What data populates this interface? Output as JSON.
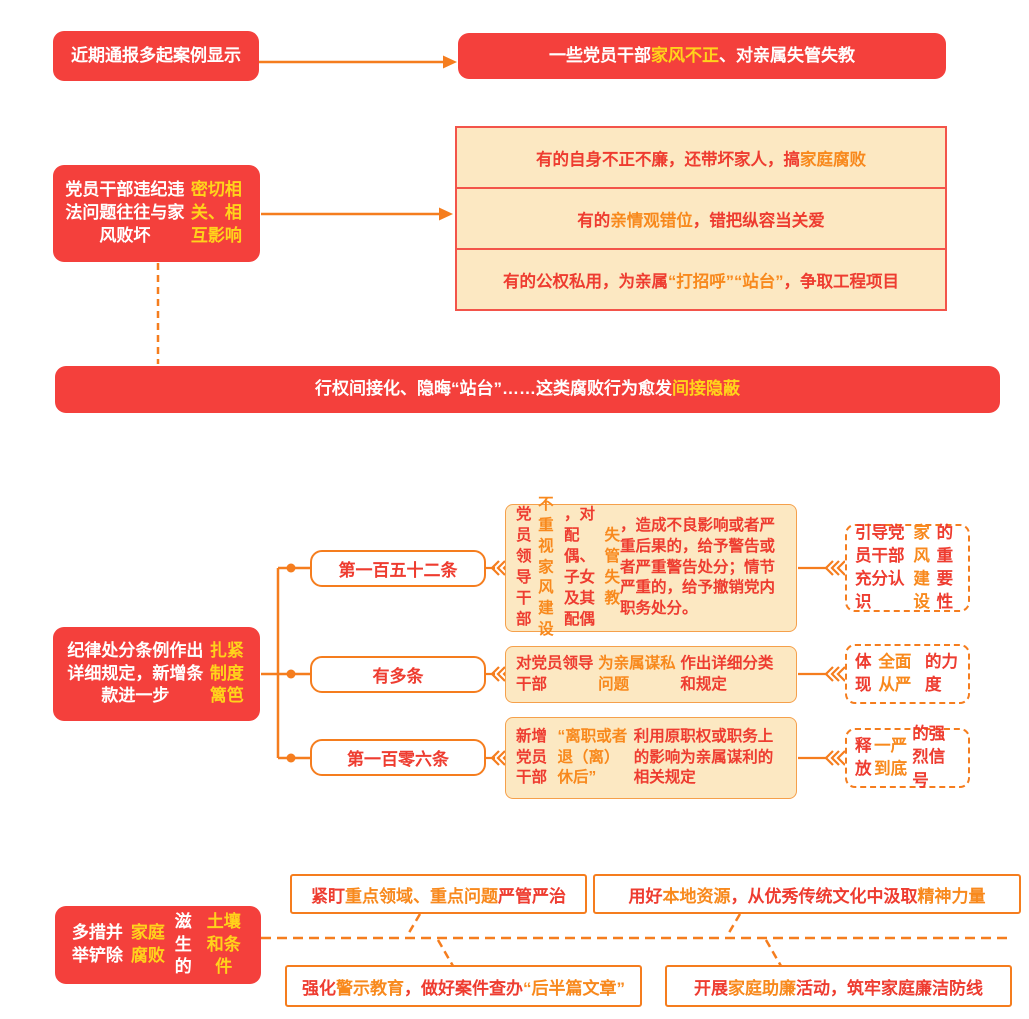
{
  "colors": {
    "red_box_bg": "#f4403c",
    "highlight_yellow": "#ffd31b",
    "cream_bg": "#fce8c2",
    "cream_border": "#f3544a",
    "connector_orange": "#f57d1e",
    "text_red": "#ee3c30",
    "text_orange": "#f8891d"
  },
  "section1": {
    "source": [
      {
        "t": "近期通报多起案例显示",
        "c": "white"
      }
    ],
    "result": [
      {
        "t": "一些党员干部",
        "c": "white"
      },
      {
        "t": "家风不正",
        "c": "yellow"
      },
      {
        "t": "、对亲属失管失教",
        "c": "white"
      }
    ]
  },
  "section2": {
    "cause": [
      {
        "t": "党员干部违纪违法问题往往与家风败坏",
        "c": "white"
      },
      {
        "t": "密切相关、相互影响",
        "c": "yellow"
      }
    ],
    "examples": [
      [
        {
          "t": "有的自身不正不廉，还带坏家人，搞",
          "c": "red"
        },
        {
          "t": "家庭腐败",
          "c": "orange"
        }
      ],
      [
        {
          "t": "有的",
          "c": "red"
        },
        {
          "t": "亲情观错位",
          "c": "orange"
        },
        {
          "t": "，错把纵容当关爱",
          "c": "red"
        }
      ],
      [
        {
          "t": "有的公权私用，为亲属",
          "c": "red"
        },
        {
          "t": "“打招呼”“站台”",
          "c": "orange"
        },
        {
          "t": "，争取工程项目",
          "c": "red"
        }
      ]
    ],
    "banner": [
      {
        "t": "行权间接化、隐晦“站台”……这类腐败行为愈发",
        "c": "white"
      },
      {
        "t": "间接隐蔽",
        "c": "yellow"
      }
    ]
  },
  "section3": {
    "intro": [
      {
        "t": "纪律处分条例作出详细规定，新增条款进一步",
        "c": "white"
      },
      {
        "t": "扎紧制度篱笆",
        "c": "yellow"
      }
    ],
    "branches": [
      {
        "label": "第一百五十二条",
        "detail": [
          {
            "t": "党员领导干部",
            "c": "red"
          },
          {
            "t": "不重视家风建设",
            "c": "orange"
          },
          {
            "t": "，对配偶、子女及其配偶",
            "c": "red"
          },
          {
            "t": "失管失教",
            "c": "orange"
          },
          {
            "t": "，造成不良影响或者严重后果的，给予警告或者严重警告处分；情节严重的，给予撤销党内职务处分。",
            "c": "red"
          }
        ],
        "note": [
          {
            "t": "引导党员干部充分认识",
            "c": "red"
          },
          {
            "t": "家风建设",
            "c": "orange"
          },
          {
            "t": "的重要性",
            "c": "red"
          }
        ]
      },
      {
        "label": "有多条",
        "detail": [
          {
            "t": "对党员领导干部",
            "c": "red"
          },
          {
            "t": "为亲属谋私问题",
            "c": "orange"
          },
          {
            "t": "作出详细分类和规定",
            "c": "red"
          }
        ],
        "note": [
          {
            "t": "体现",
            "c": "red"
          },
          {
            "t": "全面从严",
            "c": "orange"
          },
          {
            "t": "的力度",
            "c": "red"
          }
        ]
      },
      {
        "label": "第一百零六条",
        "detail": [
          {
            "t": "新增党员干部",
            "c": "red"
          },
          {
            "t": "“离职或者退（离）休后”",
            "c": "orange"
          },
          {
            "t": "利用原职权或职务上的影响为亲属谋利的相关规定",
            "c": "red"
          }
        ],
        "note": [
          {
            "t": "释放",
            "c": "red"
          },
          {
            "t": "一严到底",
            "c": "orange"
          },
          {
            "t": "的强烈信号",
            "c": "red"
          }
        ]
      }
    ]
  },
  "section4": {
    "theme": [
      {
        "t": "多措并举铲除",
        "c": "white"
      },
      {
        "t": "家庭腐败",
        "c": "yellow"
      },
      {
        "t": "滋生的",
        "c": "white"
      },
      {
        "t": "土壤和条件",
        "c": "yellow"
      }
    ],
    "measures": [
      [
        {
          "t": "紧盯",
          "c": "red"
        },
        {
          "t": "重点领域、重点问题",
          "c": "orange"
        },
        {
          "t": "严管严治",
          "c": "red"
        }
      ],
      [
        {
          "t": "用好",
          "c": "red"
        },
        {
          "t": "本地资源",
          "c": "orange"
        },
        {
          "t": "，从优秀传统文化中汲取",
          "c": "red"
        },
        {
          "t": "精神力量",
          "c": "orange"
        }
      ],
      [
        {
          "t": "强化",
          "c": "red"
        },
        {
          "t": "警示教育",
          "c": "orange"
        },
        {
          "t": "，做好案件查办",
          "c": "red"
        },
        {
          "t": "“后半篇文章”",
          "c": "orange"
        }
      ],
      [
        {
          "t": "开展",
          "c": "red"
        },
        {
          "t": "家庭助廉",
          "c": "orange"
        },
        {
          "t": "活动，筑牢家庭廉洁防线",
          "c": "red"
        }
      ]
    ]
  }
}
